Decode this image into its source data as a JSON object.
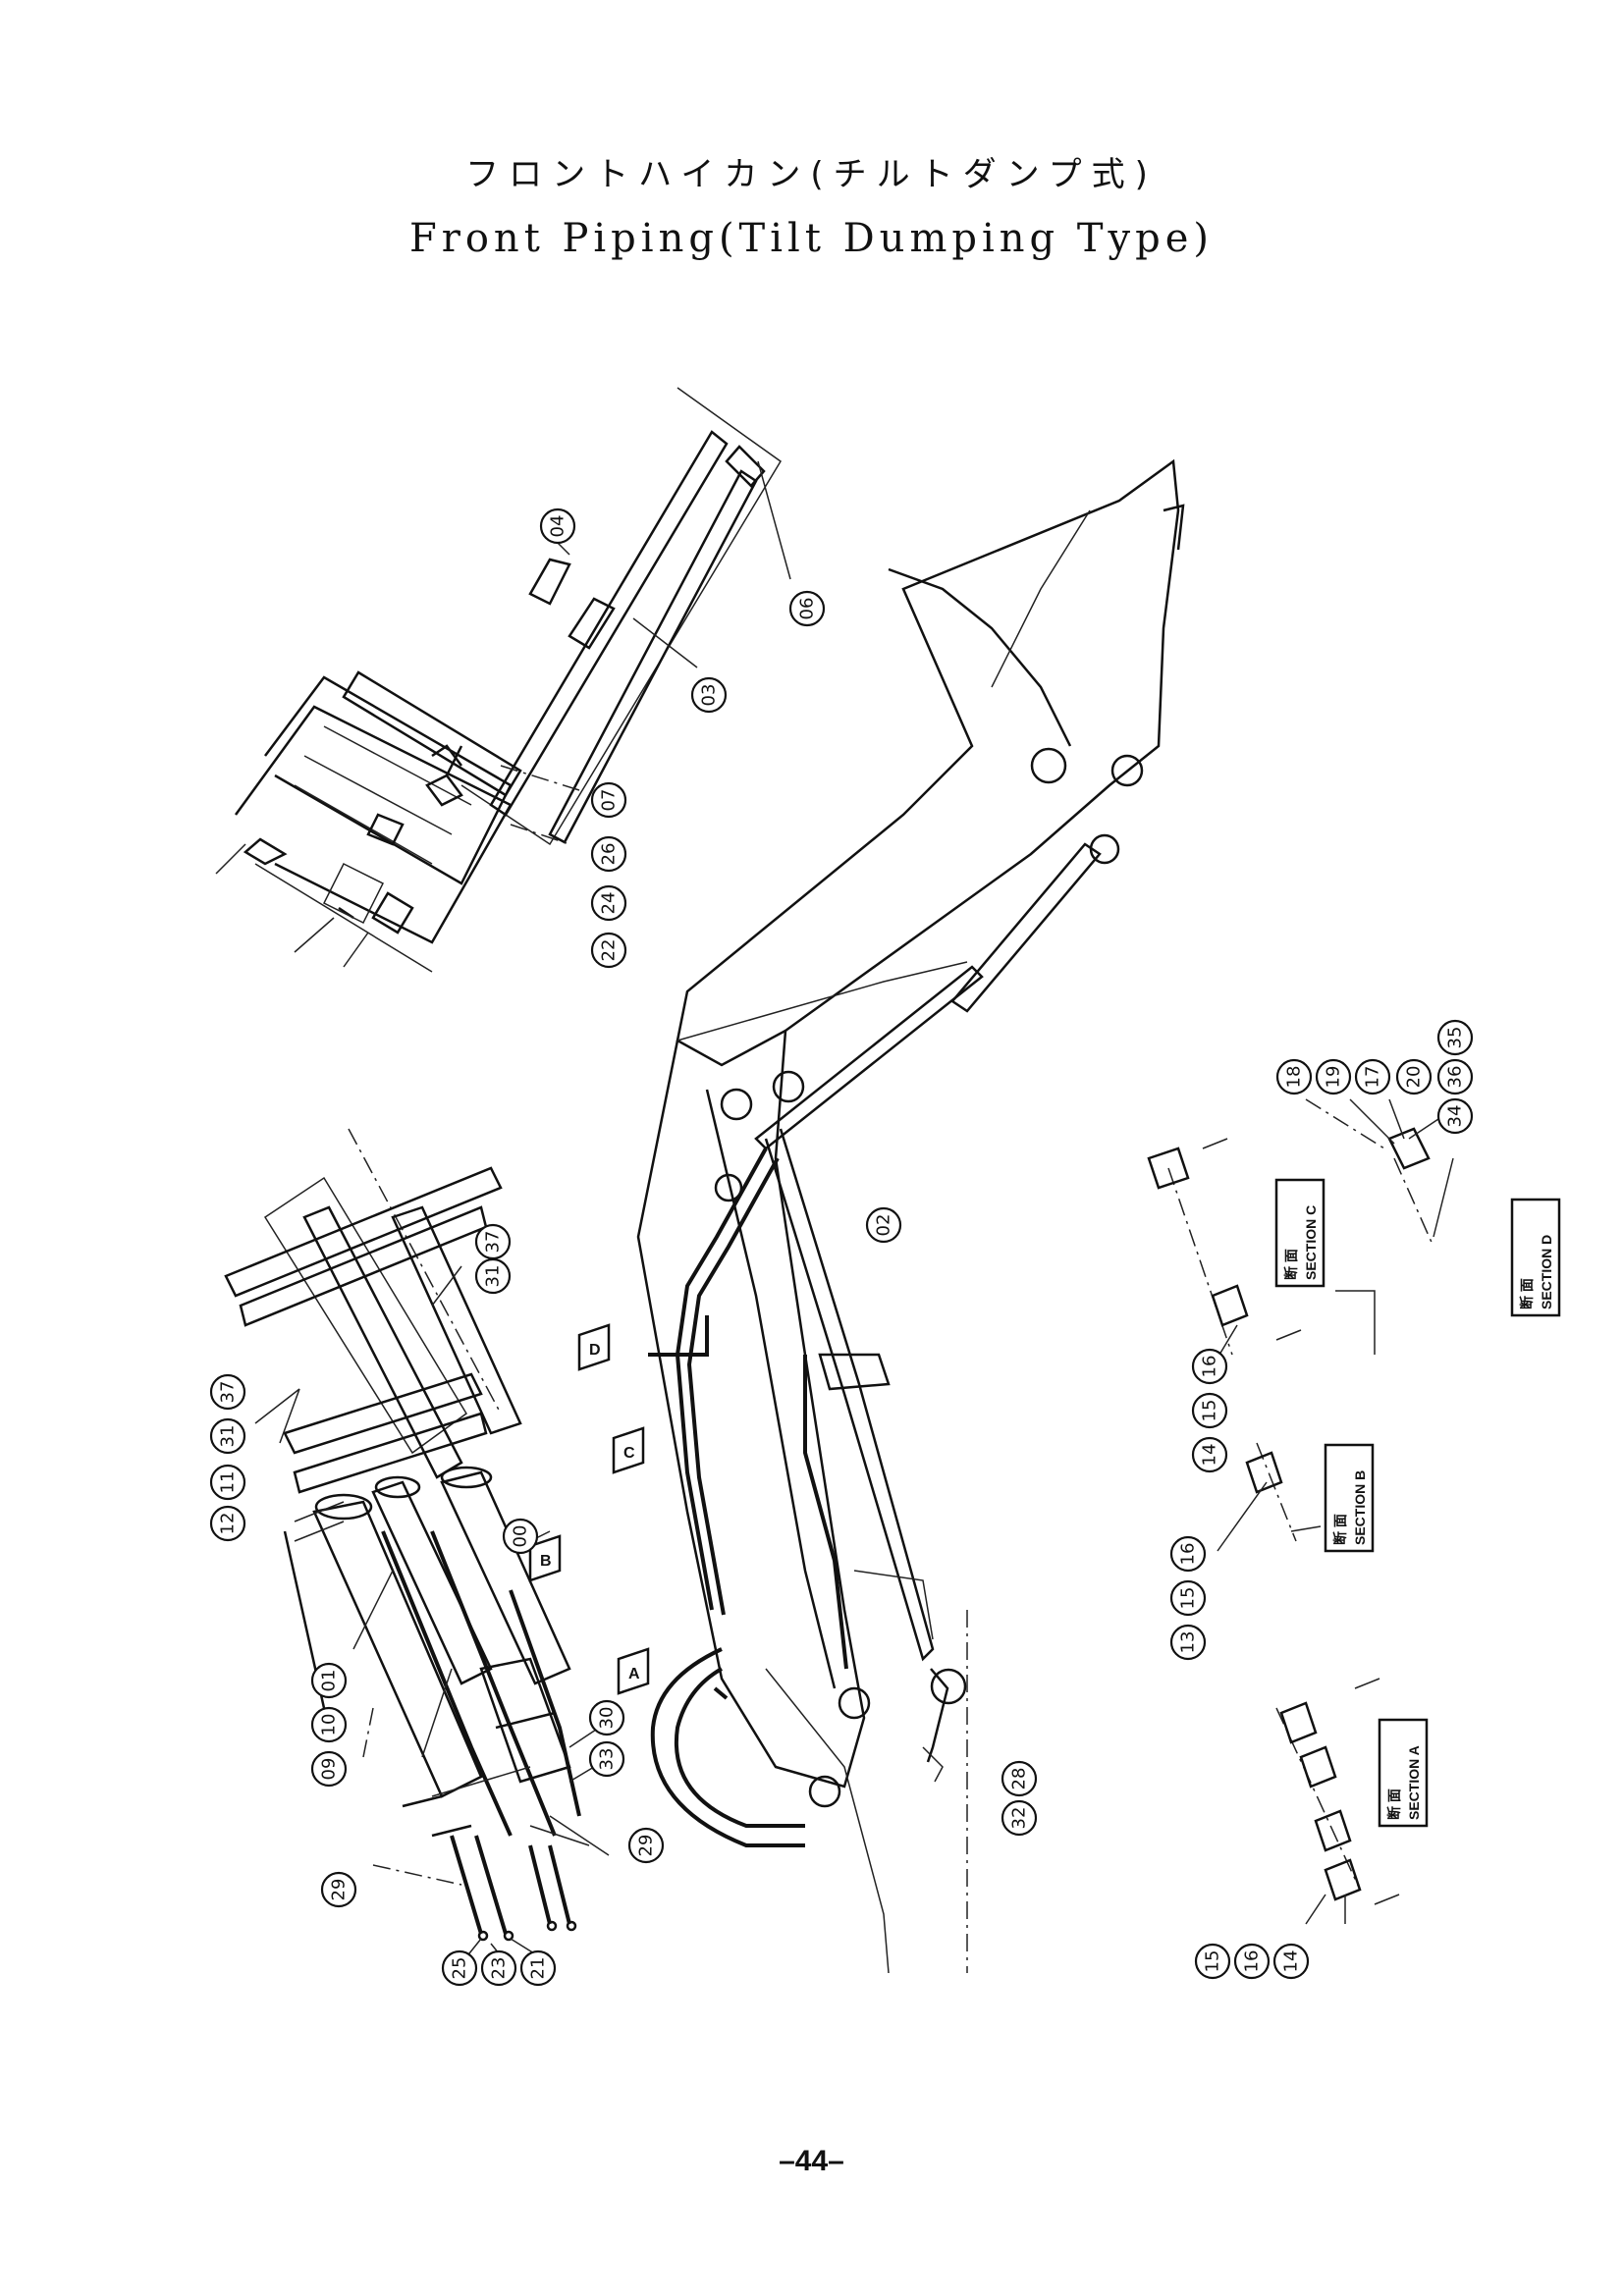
{
  "title_jp": "フロントハイカン(チルトダンプ式)",
  "title_en": "Front Piping(Tilt Dumping Type)",
  "page_number": "–44–",
  "callouts": [
    {
      "label": "04"
    },
    {
      "label": "06"
    },
    {
      "label": "03"
    },
    {
      "label": "07"
    },
    {
      "label": "26"
    },
    {
      "label": "24"
    },
    {
      "label": "22"
    },
    {
      "label": "02"
    },
    {
      "label": "18"
    },
    {
      "label": "19"
    },
    {
      "label": "17"
    },
    {
      "label": "20"
    },
    {
      "label": "36"
    },
    {
      "label": "35"
    },
    {
      "label": "34"
    },
    {
      "label": "16"
    },
    {
      "label": "15"
    },
    {
      "label": "14"
    },
    {
      "label": "16"
    },
    {
      "label": "15"
    },
    {
      "label": "13"
    },
    {
      "label": "15"
    },
    {
      "label": "16"
    },
    {
      "label": "14"
    },
    {
      "label": "37"
    },
    {
      "label": "31"
    },
    {
      "label": "37"
    },
    {
      "label": "31"
    },
    {
      "label": "11"
    },
    {
      "label": "12"
    },
    {
      "label": "00"
    },
    {
      "label": "01"
    },
    {
      "label": "10"
    },
    {
      "label": "09"
    },
    {
      "label": "30"
    },
    {
      "label": "33"
    },
    {
      "label": "29"
    },
    {
      "label": "29"
    },
    {
      "label": "25"
    },
    {
      "label": "23"
    },
    {
      "label": "21"
    },
    {
      "label": "28"
    },
    {
      "label": "32"
    }
  ],
  "view_arrows": [
    {
      "label": "D"
    },
    {
      "label": "C"
    },
    {
      "label": "B"
    },
    {
      "label": "A"
    }
  ],
  "sections": [
    {
      "jp": "断 面",
      "en": "SECTION C"
    },
    {
      "jp": "断 面",
      "en": "SECTION D"
    },
    {
      "jp": "断 面",
      "en": "SECTION B"
    },
    {
      "jp": "断 面",
      "en": "SECTION A"
    }
  ]
}
